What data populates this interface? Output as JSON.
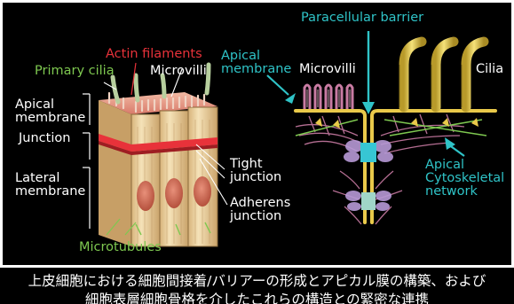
{
  "labels": {
    "actin_filaments": "Actin filaments",
    "primary_cilia": "Primary cilia",
    "microvilli_left": "Microvilli",
    "apical_membrane_left_1": "Apical",
    "apical_membrane_left_2": "membrane",
    "junction": "Junction",
    "lateral_membrane_1": "Lateral",
    "lateral_membrane_2": "membrane",
    "microtubules": "Microtubules",
    "tight_junction_1": "Tight",
    "tight_junction_2": "junction",
    "adherens_junction_1": "Adherens",
    "adherens_junction_2": "junction",
    "paracellular_barrier": "Paracellular barrier",
    "apical_membrane_right_1": "Apical",
    "apical_membrane_right_2": "membrane",
    "microvilli_right": "Microvilli",
    "cilia": "Cilia",
    "apical_cytoskeletal_1": "Apical",
    "apical_cytoskeletal_2": "Cytoskeletal",
    "apical_cytoskeletal_3": "network"
  },
  "caption": {
    "line1": "上皮細胞における細胞間接着/バリアーの形成とアピカル膜の構築、および",
    "line2": "細胞表層細胞骨格を介したこれらの構造との緊密な連携"
  },
  "colors": {
    "white_label": "#ffffff",
    "actin_red": "#e8323a",
    "cilia_green": "#7ec850",
    "teal_label": "#2fc3c7",
    "membrane_yellow": "#e9c94a",
    "microvilli_pink": "#c97ba3",
    "junction_purple": "#b79ad6",
    "tight_junction_cyan": "#37c6d4",
    "cell_body": "#f1d9a8",
    "nucleus": "#d9765a"
  }
}
